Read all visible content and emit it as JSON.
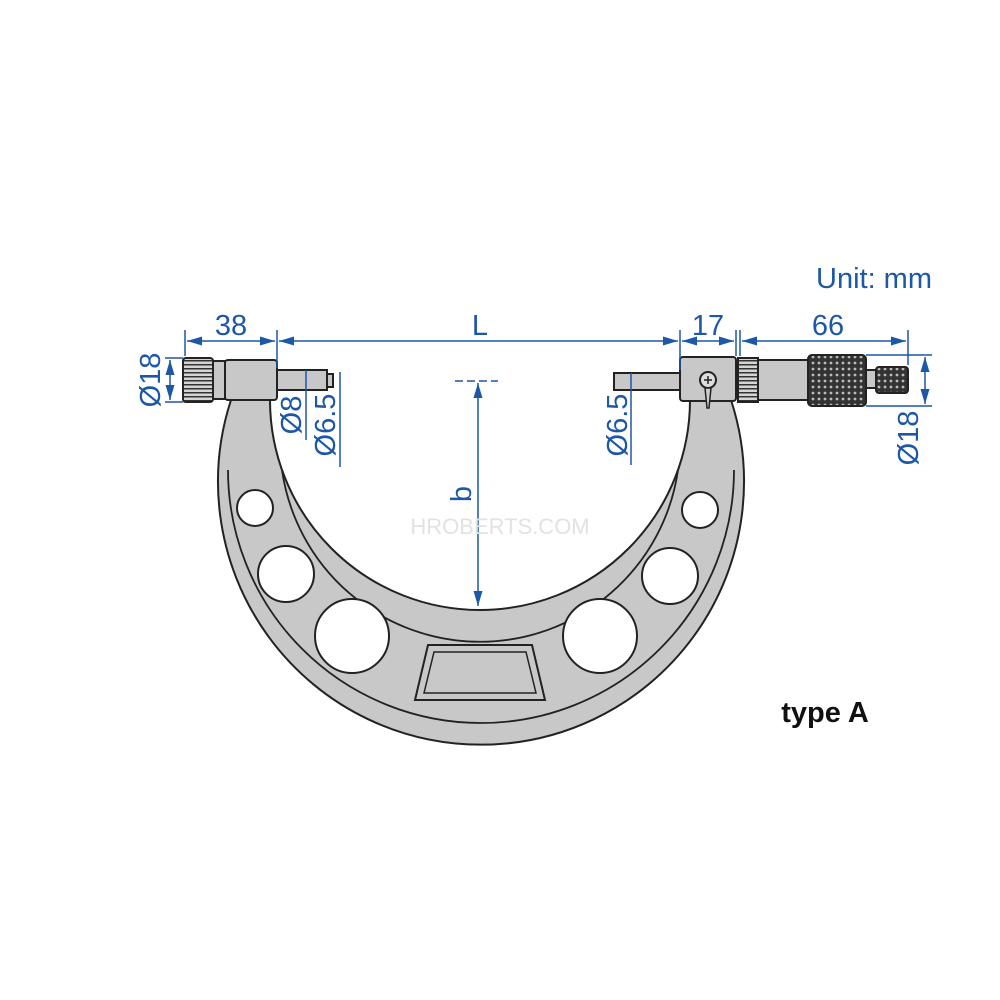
{
  "unit_label": "Unit: mm",
  "type_label": "type A",
  "watermark": "HROBERTS.COM",
  "dimensions": {
    "left_head_length": "38",
    "span": "L",
    "clamp_length": "17",
    "thimble_length": "66",
    "left_head_diameter": "Ø18",
    "spindle_diameter": "Ø8",
    "spindle_tip_diameter": "Ø6.5",
    "anvil_diameter": "Ø6.5",
    "right_head_diameter": "Ø18",
    "depth": "b"
  },
  "colors": {
    "dimension": "#1d57a7",
    "body": "#c8c8c8"
  }
}
